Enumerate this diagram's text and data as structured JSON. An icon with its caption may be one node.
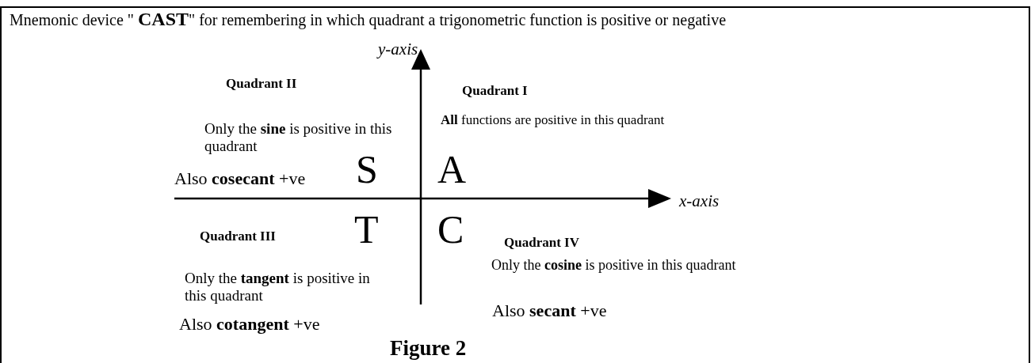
{
  "diagram": {
    "title": "Mnemonic device  \" **CAST**\" for remembering in which quadrant a trigonometric function is positive or negative",
    "caption": "Figure 2",
    "labels": [
      "y-axis",
      "Quadrant II",
      "Quadrant I",
      "Only the **sine** is positive in this quadrant",
      "**All** functions are positive in this quadrant",
      "Also **cosecant** +ve",
      "S",
      "A",
      "x-axis",
      "Quadrant III",
      "T",
      "C",
      "Quadrant IV",
      "Only the **cosine** is positive in this quadrant",
      "Only the **tangent** is positive in this quadrant",
      "Also **secant** +ve",
      "Also **cotangent** +ve"
    ]
  }
}
